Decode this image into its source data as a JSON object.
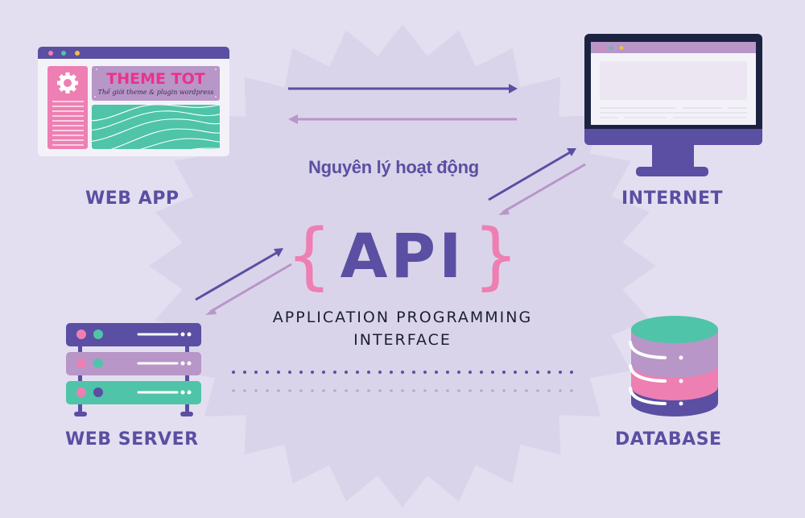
{
  "diagram": {
    "subtitle": "Nguyên lý hoạt động",
    "api": {
      "open_brace": "{",
      "title": "API",
      "close_brace": "}",
      "description_line1": "APPLICATION PROGRAMMING",
      "description_line2": "INTERFACE"
    },
    "nodes": {
      "web_app": {
        "label": "WEB APP",
        "icon": "browser-window-icon"
      },
      "internet": {
        "label": "INTERNET",
        "icon": "desktop-monitor-icon"
      },
      "web_server": {
        "label": "WEB SERVER",
        "icon": "server-rack-icon"
      },
      "database": {
        "label": "DATABASE",
        "icon": "database-cylinder-icon"
      }
    },
    "logo": {
      "title": "THEME TOT",
      "tagline": "Thế giới theme & plugin wordpress"
    },
    "connections": [
      {
        "from": "web_app",
        "to": "internet",
        "style": "arrow"
      },
      {
        "from": "internet",
        "to": "web_app",
        "style": "arrow"
      },
      {
        "from": "api",
        "to": "internet",
        "style": "arrow"
      },
      {
        "from": "internet",
        "to": "api",
        "style": "arrow"
      },
      {
        "from": "web_server",
        "to": "api",
        "style": "arrow"
      },
      {
        "from": "api",
        "to": "web_server",
        "style": "arrow"
      },
      {
        "from": "web_server",
        "to": "database",
        "style": "dotted"
      },
      {
        "from": "database",
        "to": "web_server",
        "style": "dotted"
      }
    ]
  },
  "colors": {
    "background": "#e3dff0",
    "starburst": "#dad4ea",
    "primary": "#5a4fa2",
    "secondary": "#b896c8",
    "pink": "#ee7fb3",
    "teal": "#4fc4a8",
    "yellow": "#f3c13a",
    "dark": "#1c2340",
    "text_dark": "#1c1f33"
  }
}
